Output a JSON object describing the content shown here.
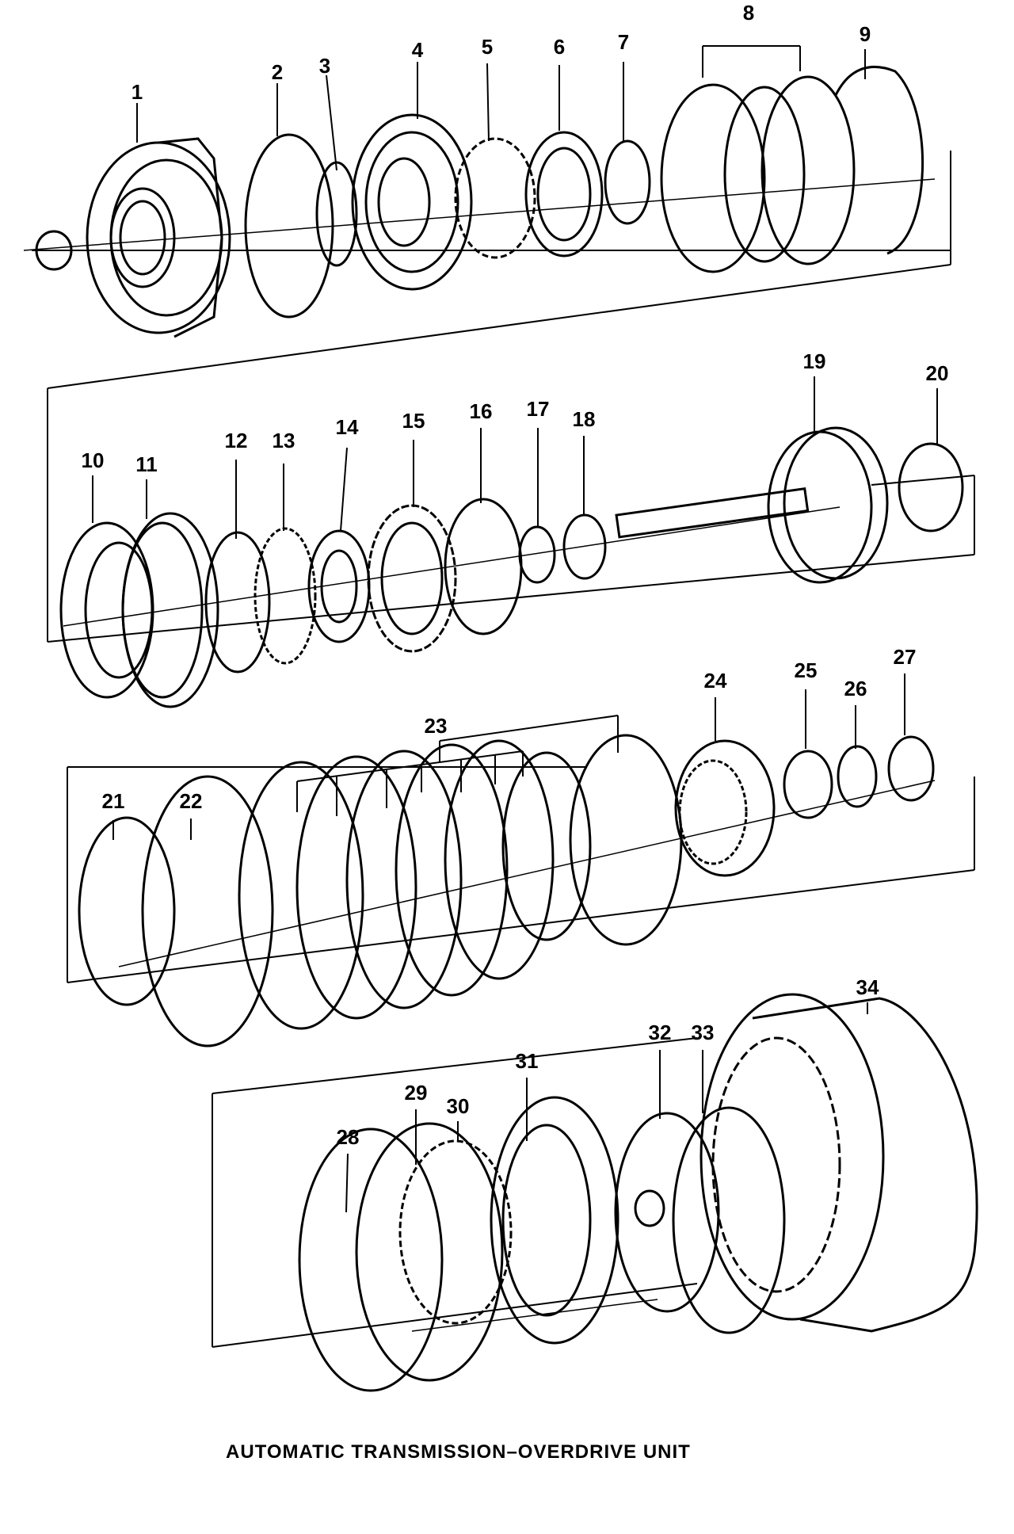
{
  "caption": "AUTOMATIC TRANSMISSION–OVERDRIVE UNIT",
  "callouts": [
    "1",
    "2",
    "3",
    "4",
    "5",
    "6",
    "7",
    "8",
    "9",
    "10",
    "11",
    "12",
    "13",
    "14",
    "15",
    "16",
    "17",
    "18",
    "19",
    "20",
    "21",
    "22",
    "23",
    "24",
    "25",
    "26",
    "27",
    "28",
    "29",
    "30",
    "31",
    "32",
    "33",
    "34"
  ]
}
